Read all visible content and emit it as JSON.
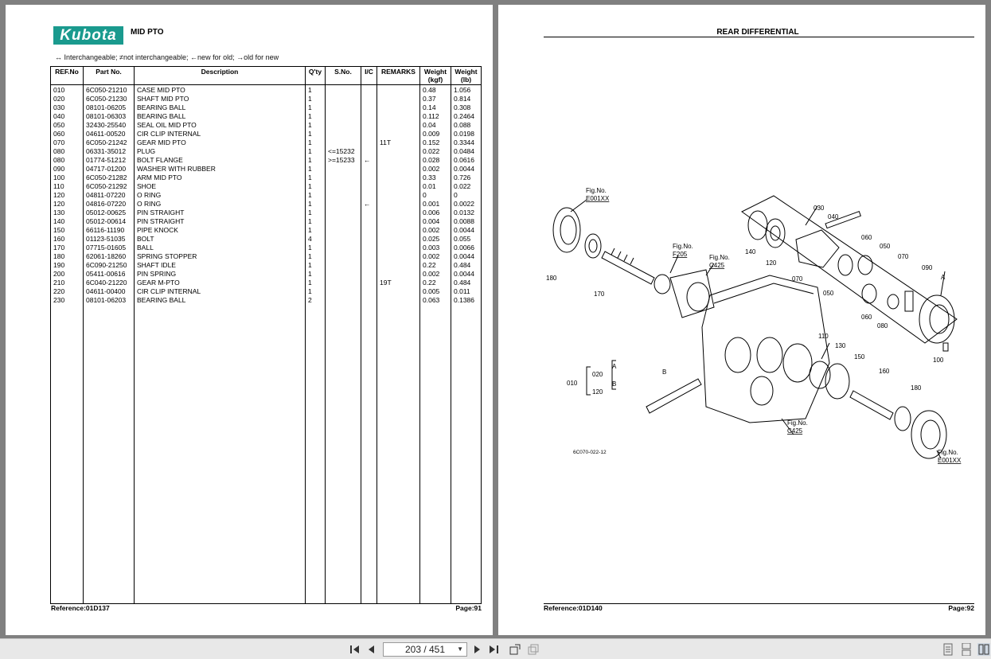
{
  "left_page": {
    "logo_text": "Kubota",
    "title": "MID PTO",
    "legend": "↔ Interchangeable;   ≠not interchangeable;   ←new for old;   →old for new",
    "columns": [
      "REF.No",
      "Part No.",
      "Description",
      "Q'ty",
      "S.No.",
      "I/C",
      "REMARKS",
      "Weight\n(kgf)",
      "Weight\n(lb)"
    ],
    "rows": [
      {
        "ref": "010",
        "part": "6C050-21210",
        "desc": "CASE MID PTO",
        "qty": "1",
        "sno": "",
        "ic": "",
        "remarks": "",
        "kgf": "0.48",
        "lb": "1.056"
      },
      {
        "ref": "020",
        "part": "6C050-21230",
        "desc": "SHAFT MID PTO",
        "qty": "1",
        "sno": "",
        "ic": "",
        "remarks": "",
        "kgf": "0.37",
        "lb": "0.814"
      },
      {
        "ref": "030",
        "part": "08101-06205",
        "desc": "BEARING BALL",
        "qty": "1",
        "sno": "",
        "ic": "",
        "remarks": "",
        "kgf": "0.14",
        "lb": "0.308"
      },
      {
        "ref": "040",
        "part": "08101-06303",
        "desc": "BEARING BALL",
        "qty": "1",
        "sno": "",
        "ic": "",
        "remarks": "",
        "kgf": "0.112",
        "lb": "0.2464"
      },
      {
        "ref": "050",
        "part": "32430-25540",
        "desc": "SEAL OIL MID PTO",
        "qty": "1",
        "sno": "",
        "ic": "",
        "remarks": "",
        "kgf": "0.04",
        "lb": "0.088"
      },
      {
        "ref": "060",
        "part": "04611-00520",
        "desc": "CIR CLIP INTERNAL",
        "qty": "1",
        "sno": "",
        "ic": "",
        "remarks": "",
        "kgf": "0.009",
        "lb": "0.0198"
      },
      {
        "ref": "070",
        "part": "6C050-21242",
        "desc": "GEAR MID PTO",
        "qty": "1",
        "sno": "",
        "ic": "",
        "remarks": "11T",
        "kgf": "0.152",
        "lb": "0.3344"
      },
      {
        "ref": "080",
        "part": "06331-35012",
        "desc": "PLUG",
        "qty": "1",
        "sno": "<=15232",
        "ic": "",
        "remarks": "",
        "kgf": "0.022",
        "lb": "0.0484"
      },
      {
        "ref": "080",
        "part": "01774-51212",
        "desc": "BOLT FLANGE",
        "qty": "1",
        "sno": ">=15233",
        "ic": "←",
        "remarks": "",
        "kgf": "0.028",
        "lb": "0.0616"
      },
      {
        "ref": "090",
        "part": "04717-01200",
        "desc": "WASHER WITH RUBBER",
        "qty": "1",
        "sno": "",
        "ic": "",
        "remarks": "",
        "kgf": "0.002",
        "lb": "0.0044"
      },
      {
        "ref": "100",
        "part": "6C050-21282",
        "desc": "ARM MID PTO",
        "qty": "1",
        "sno": "",
        "ic": "",
        "remarks": "",
        "kgf": "0.33",
        "lb": "0.726"
      },
      {
        "ref": "110",
        "part": "6C050-21292",
        "desc": "SHOE",
        "qty": "1",
        "sno": "",
        "ic": "",
        "remarks": "",
        "kgf": "0.01",
        "lb": "0.022"
      },
      {
        "ref": "120",
        "part": "04811-07220",
        "desc": "O RING",
        "qty": "1",
        "sno": "",
        "ic": "",
        "remarks": "",
        "kgf": "0",
        "lb": "0"
      },
      {
        "ref": "120",
        "part": "04816-07220",
        "desc": "O RING",
        "qty": "1",
        "sno": "",
        "ic": "←",
        "remarks": "",
        "kgf": "0.001",
        "lb": "0.0022"
      },
      {
        "ref": "130",
        "part": "05012-00625",
        "desc": "PIN STRAIGHT",
        "qty": "1",
        "sno": "",
        "ic": "",
        "remarks": "",
        "kgf": "0.006",
        "lb": "0.0132"
      },
      {
        "ref": "140",
        "part": "05012-00614",
        "desc": "PIN STRAIGHT",
        "qty": "1",
        "sno": "",
        "ic": "",
        "remarks": "",
        "kgf": "0.004",
        "lb": "0.0088"
      },
      {
        "ref": "150",
        "part": "66116-11190",
        "desc": "PIPE KNOCK",
        "qty": "1",
        "sno": "",
        "ic": "",
        "remarks": "",
        "kgf": "0.002",
        "lb": "0.0044"
      },
      {
        "ref": "160",
        "part": "01123-51035",
        "desc": "BOLT",
        "qty": "4",
        "sno": "",
        "ic": "",
        "remarks": "",
        "kgf": "0.025",
        "lb": "0.055"
      },
      {
        "ref": "170",
        "part": "07715-01605",
        "desc": "BALL",
        "qty": "1",
        "sno": "",
        "ic": "",
        "remarks": "",
        "kgf": "0.003",
        "lb": "0.0066"
      },
      {
        "ref": "180",
        "part": "62061-18260",
        "desc": "SPRING STOPPER",
        "qty": "1",
        "sno": "",
        "ic": "",
        "remarks": "",
        "kgf": "0.002",
        "lb": "0.0044"
      },
      {
        "ref": "190",
        "part": "6C090-21250",
        "desc": "SHAFT IDLE",
        "qty": "1",
        "sno": "",
        "ic": "",
        "remarks": "",
        "kgf": "0.22",
        "lb": "0.484"
      },
      {
        "ref": "200",
        "part": "05411-00616",
        "desc": "PIN SPRING",
        "qty": "1",
        "sno": "",
        "ic": "",
        "remarks": "",
        "kgf": "0.002",
        "lb": "0.0044"
      },
      {
        "ref": "210",
        "part": "6C040-21220",
        "desc": "GEAR M-PTO",
        "qty": "1",
        "sno": "",
        "ic": "",
        "remarks": "19T",
        "kgf": "0.22",
        "lb": "0.484"
      },
      {
        "ref": "220",
        "part": "04611-00400",
        "desc": "CIR CLIP INTERNAL",
        "qty": "1",
        "sno": "",
        "ic": "",
        "remarks": "",
        "kgf": "0.005",
        "lb": "0.011"
      },
      {
        "ref": "230",
        "part": "08101-06203",
        "desc": "BEARING BALL",
        "qty": "2",
        "sno": "",
        "ic": "",
        "remarks": "",
        "kgf": "0.063",
        "lb": "0.1386"
      }
    ],
    "reference": "Reference:01D137",
    "page": "Page:91"
  },
  "right_page": {
    "title": "REAR DIFFERENTIAL",
    "reference": "Reference:01D140",
    "page": "Page:92",
    "diagram": {
      "fig_labels": [
        "Fig.No.",
        "E001XX",
        "Fig.No.",
        "F205",
        "Fig.No.",
        "C425",
        "Fig.No.",
        "C425",
        "Fig.No.",
        "E001XX"
      ],
      "callouts": [
        "030",
        "040",
        "060",
        "050",
        "070",
        "090",
        "A",
        "140",
        "120",
        "070",
        "050",
        "060",
        "080",
        "100",
        "180",
        "170",
        "110",
        "130",
        "150",
        "160",
        "180",
        "B",
        "010",
        "020",
        "120",
        "A",
        "B"
      ],
      "drawing_code": "6C070-022-12"
    }
  },
  "toolbar": {
    "page_indicator": "203 / 451",
    "icons": [
      "first-page-icon",
      "prev-page-icon",
      "next-page-icon",
      "last-page-icon",
      "rotate-icon",
      "fit-icon",
      "single-page-icon",
      "continuous-page-icon",
      "two-page-icon"
    ]
  }
}
